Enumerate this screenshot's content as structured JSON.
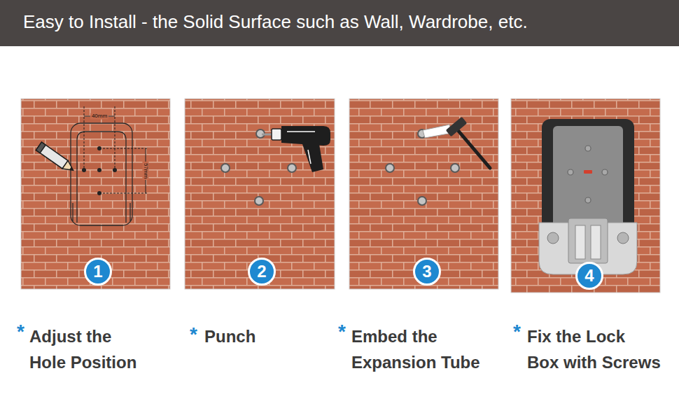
{
  "diagram": {
    "title": "Easy to Install - the Solid Surface such as Wall, Wardrobe, etc.",
    "nodes": [
      {
        "text": [
          "1"
        ]
      },
      {
        "text": [
          "2"
        ]
      },
      {
        "text": [
          "3"
        ]
      },
      {
        "text": [
          "4"
        ]
      }
    ],
    "labels": [
      "40mm",
      "57mm",
      "*",
      "Adjust the Hole Position",
      "*",
      "Punch",
      "*",
      "Embed the Expansion Tube",
      "*",
      "Fix the Lock Box with Screws"
    ]
  }
}
